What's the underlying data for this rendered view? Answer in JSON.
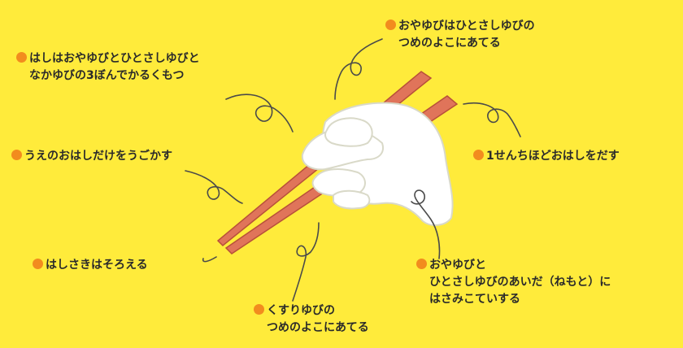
{
  "colors": {
    "background": "#FFEB3B",
    "bullet": "#F28C1E",
    "chopstick": "#E0745A",
    "chopstick_edge": "#B8503A",
    "hand_fill": "#FFFFFF",
    "hand_outline": "#D9D9C8",
    "curl_line": "#4a4a4a"
  },
  "bullet_icon": "orange-dot",
  "annotations": {
    "grip": {
      "line1": "はしはおやゆびとひとさしゆびと",
      "line2": "なかゆびの3ぼんでかるくもつ"
    },
    "thumb_nail": {
      "line1": "おやゆびはひとさしゆびの",
      "line2": "つめのよこにあてる"
    },
    "move_upper": {
      "line1": "うえのおはしだけをうごかす"
    },
    "protrude": {
      "line1": "1せんちほどおはしをだす"
    },
    "align_tips": {
      "line1": "はしさきはそろえる"
    },
    "webbing": {
      "line1": "おやゆびと",
      "line2": "ひとさしゆびのあいだ（ねもと）に",
      "line3": "はさみこていする"
    },
    "ring_finger": {
      "line1": "くすりゆびの",
      "line2": "つめのよこにあてる"
    }
  }
}
